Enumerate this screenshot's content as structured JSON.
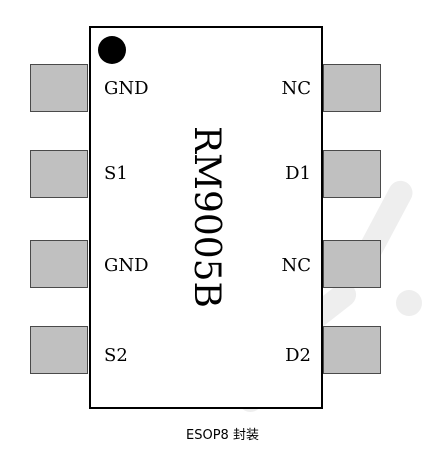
{
  "chip": {
    "part_number": "RM9005B",
    "body_color": "#ffffff",
    "pin_color": "#c0c0c0",
    "outline_color": "#000000"
  },
  "pins": {
    "left": [
      {
        "label": "GND"
      },
      {
        "label": "S1"
      },
      {
        "label": "GND"
      },
      {
        "label": "S2"
      }
    ],
    "right": [
      {
        "label": "NC"
      },
      {
        "label": "D1"
      },
      {
        "label": "NC"
      },
      {
        "label": "D2"
      }
    ]
  },
  "caption": "ESOP8 封装"
}
